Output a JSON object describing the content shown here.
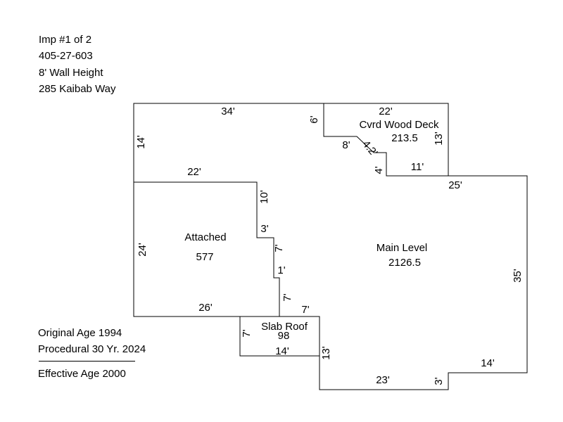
{
  "header": {
    "line1": "Imp #1 of 2",
    "line2": "405-27-603",
    "line3": "8' Wall Height",
    "line4": "285 Kaibab Way"
  },
  "footer": {
    "original_age": "Original Age 1994",
    "procedural": "Procedural 30 Yr. 2024",
    "effective_age": "Effective Age 2000"
  },
  "areas": {
    "deck": {
      "name": "Cvrd Wood Deck",
      "size": "213.5"
    },
    "attached": {
      "name": "Attached",
      "size": "577"
    },
    "main": {
      "name": "Main Level",
      "size": "2126.5"
    },
    "slab": {
      "name": "Slab Roof",
      "size": "98"
    }
  },
  "dimensions": {
    "d34": "34'",
    "d14left": "14'",
    "d22a": "22'",
    "d6": "6'",
    "d22deck": "22'",
    "d13deck": "13'",
    "d8": "8'",
    "d42": "4.2'",
    "d4": "4'",
    "d11": "11'",
    "d25": "25'",
    "d10": "10'",
    "d3": "3'",
    "d7a": "7'",
    "d1": "1'",
    "d7b": "7'",
    "d24": "24'",
    "d26": "26'",
    "d7c": "7'",
    "d7slab": "7'",
    "d14slab": "14'",
    "d13b": "13'",
    "d23": "23'",
    "d3b": "3'",
    "d14right": "14'",
    "d35": "35'"
  }
}
